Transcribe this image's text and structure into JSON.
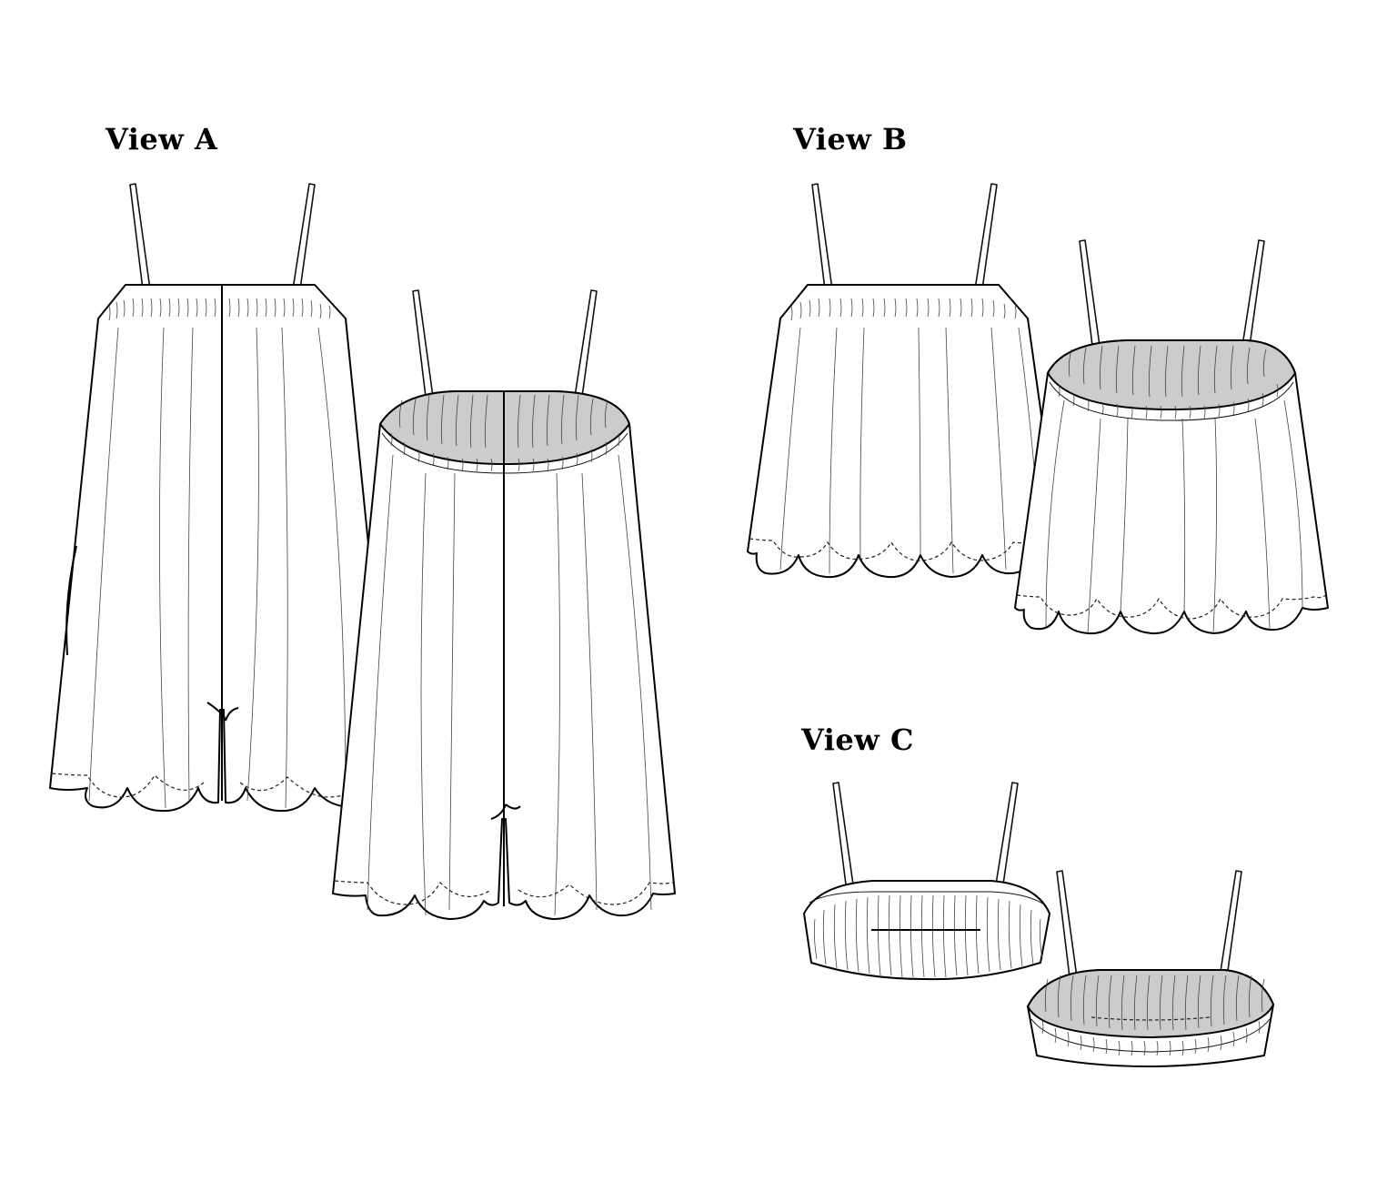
{
  "views": [
    {
      "id": "a",
      "label": "View A"
    },
    {
      "id": "b",
      "label": "View B"
    },
    {
      "id": "c",
      "label": "View C"
    }
  ],
  "colors": {
    "line": "#000000",
    "inside_fill": "#cccccc",
    "background": "#ffffff"
  }
}
